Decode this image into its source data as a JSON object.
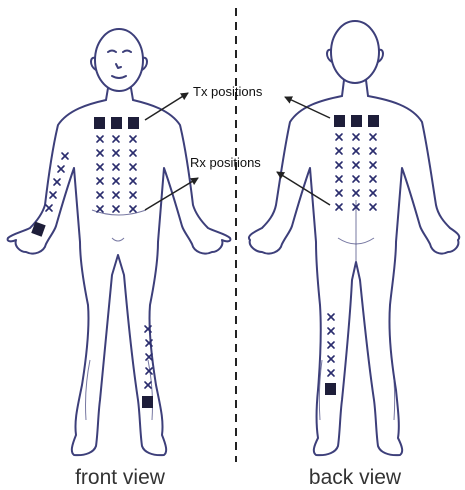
{
  "labels": {
    "tx": "Tx positions",
    "rx": "Rx positions",
    "front": "front view",
    "back": "back view"
  },
  "colors": {
    "outline": "#3d3f7a",
    "marker": "#2b2d6e",
    "pad": "#1e1e3a",
    "divider": "#222222"
  },
  "icons": {
    "tx_marker": "filled-square",
    "rx_marker": "x-cross"
  }
}
